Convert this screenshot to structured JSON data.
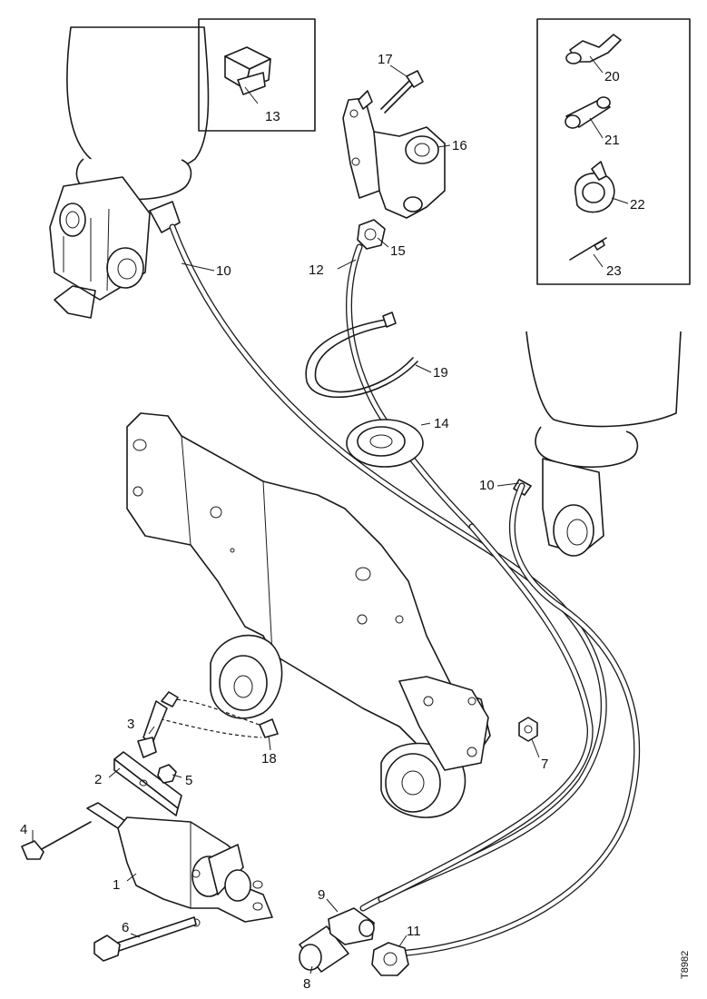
{
  "callouts": {
    "c1": "1",
    "c2": "2",
    "c3": "3",
    "c4": "4",
    "c5": "5",
    "c6": "6",
    "c7": "7",
    "c8": "8",
    "c9": "9",
    "c10a": "10",
    "c10b": "10",
    "c11": "11",
    "c12": "12",
    "c13": "13",
    "c14": "14",
    "c15": "15",
    "c16": "16",
    "c17": "17",
    "c18": "18",
    "c19": "19",
    "c20": "20",
    "c21": "21",
    "c22": "22",
    "c23": "23"
  },
  "reference_code": "T8982"
}
